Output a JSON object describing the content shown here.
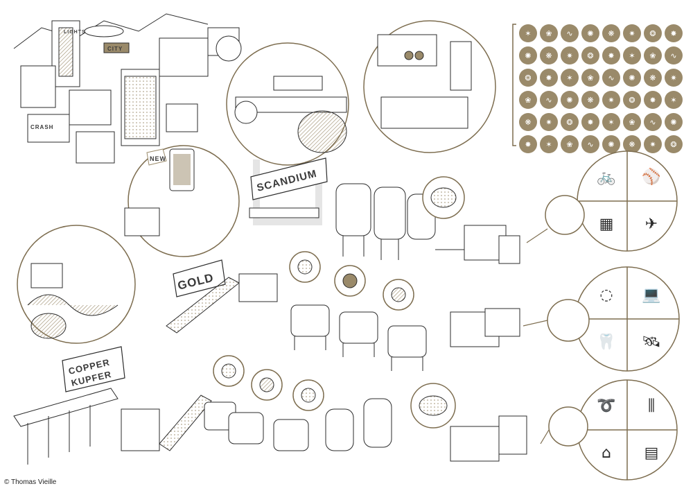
{
  "labels": {
    "scandium": "SCANDIUM",
    "gold": "GOLD",
    "copper": "COPPER",
    "kupfer": "KUPFER",
    "new": "NEW",
    "lights": "LIGHTS",
    "city": "CITY",
    "crash": "CRASH"
  },
  "credit": "© Thomas Vieille",
  "colors": {
    "ink": "#2b2b2b",
    "accent": "#9a8a6a",
    "accent_dark": "#7d6d4f",
    "paper": "#ffffff"
  },
  "icons": [
    "bicycle-icon",
    "baseball-bat-icon",
    "solar-panel-icon",
    "airplane-icon",
    "necklace-icon",
    "laptop-icon",
    "tooth-icon",
    "satellite-icon",
    "cable-icon",
    "tubes-icon",
    "house-icon",
    "circuit-board-icon"
  ]
}
